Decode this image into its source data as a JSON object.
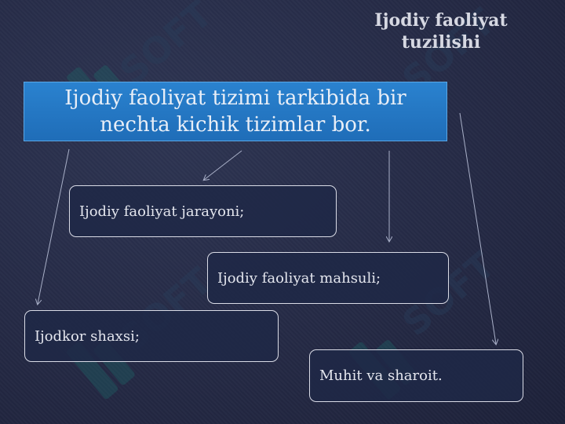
{
  "slide": {
    "title": "Ijodiy faoliyat tuzilishi",
    "main_statement": "Ijodiy faoliyat tizimi tarkibida bir nechta kichik tizimlar bor."
  },
  "items": [
    {
      "label": "Ijodiy faoliyat jarayoni;"
    },
    {
      "label": "Ijodiy faoliyat mahsuli;"
    },
    {
      "label": "Ijodkor shaxsi;"
    },
    {
      "label": "Muhit va sharoit."
    }
  ],
  "watermark": {
    "text": "SOFT"
  }
}
